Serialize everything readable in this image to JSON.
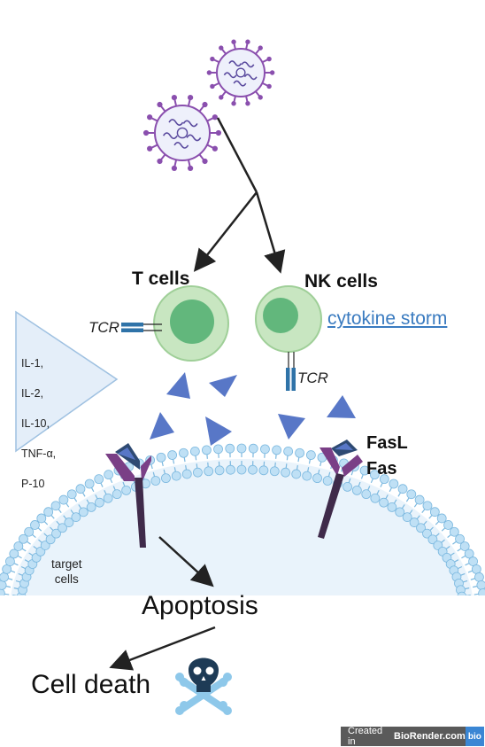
{
  "labels": {
    "t_cells": "T cells",
    "nk_cells": "NK cells",
    "tcr_t": "TCR",
    "tcr_nk": "TCR",
    "cytokine_storm": "cytokine storm",
    "cytokines": [
      "IL-1,",
      "IL-2,",
      "IL-10,",
      "TNF-α,",
      "P-10"
    ],
    "fasl": "FasL",
    "fas": "Fas",
    "target_cells": "target\ncells",
    "apoptosis": "Apoptosis",
    "cell_death": "Cell death"
  },
  "badge": {
    "created_in": "Created in",
    "brand": "BioRender.com",
    "short": "bio"
  },
  "colors": {
    "virus": "#8a4fae",
    "cell_outer": "#c8e6c1",
    "cell_inner": "#62b77c",
    "cytokine": "#5877c7",
    "receptor": "#7a3f86",
    "membrane_head": "#bfe0f5",
    "membrane_tail": "#7bb8df",
    "skull": "#1e3b56",
    "crossbones": "#8ec8ea"
  }
}
